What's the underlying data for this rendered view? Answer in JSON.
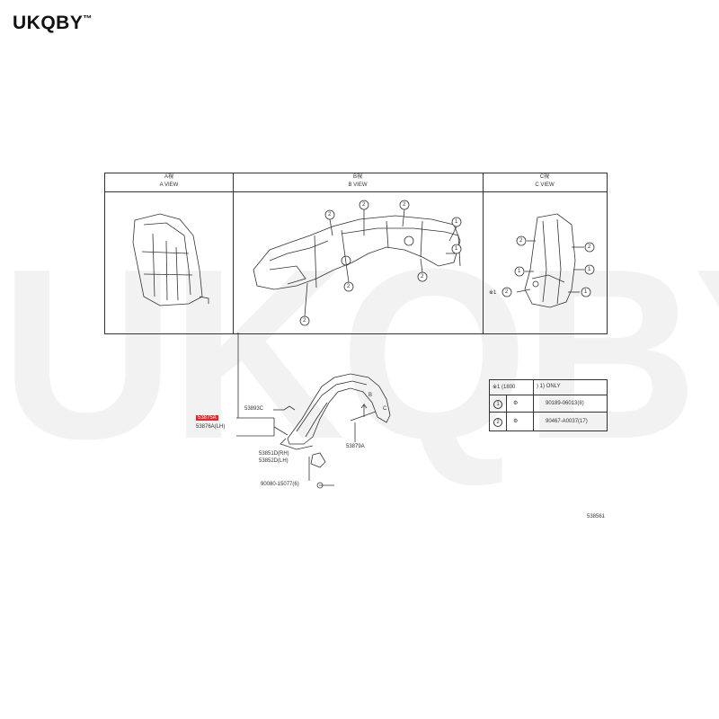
{
  "brand": {
    "name": "UKQBY",
    "mark": "™"
  },
  "watermark": "UKQBY™",
  "views": {
    "a": {
      "title_cn": "A視",
      "title_en": "A VIEW"
    },
    "b": {
      "title_cn": "B視",
      "title_en": "B VIEW"
    },
    "c": {
      "title_cn": "C視",
      "title_en": "C VIEW"
    }
  },
  "callouts": {
    "two": "2",
    "one": "1",
    "c_note": "※1"
  },
  "parts": {
    "main_rh": "53875A",
    "main_lh": "53876A(LH)",
    "clip": "53893C",
    "seal": "53879A",
    "shield_rh": "53851D(RH)",
    "shield_lh": "53852D(LH)",
    "screw": "90080-15077(6)",
    "arrow_b": "B",
    "arrow_c": "C"
  },
  "fastener_table": {
    "header_left": "※1 (1800",
    "header_right": ") 1) ONLY",
    "rows": [
      {
        "num": "1",
        "part": "90189-06013(8)"
      },
      {
        "num": "2",
        "part": "90467-A0037(17)"
      }
    ]
  },
  "diagram_code": "538561",
  "colors": {
    "highlight": "#e0282a",
    "line": "#333333"
  }
}
